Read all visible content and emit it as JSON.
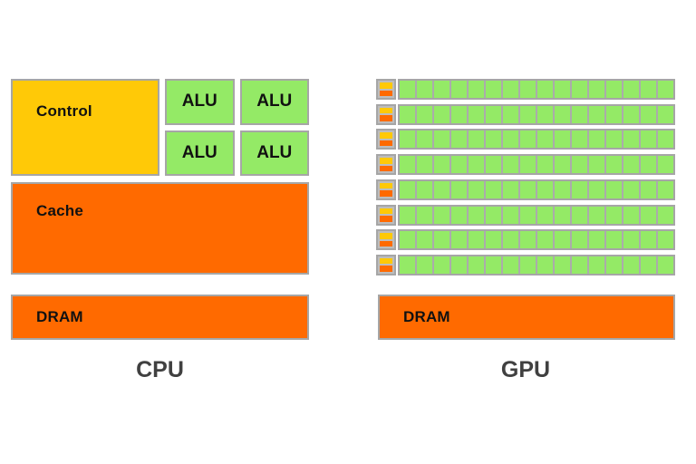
{
  "colors": {
    "control_yellow": "#FFC907",
    "alu_green": "#94EA66",
    "memory_orange": "#FF6A00",
    "border_gray": "#A6A6A6",
    "divider_gray": "#ABABAB",
    "title_gray": "#404040",
    "label_black": "#111111",
    "background": "#FFFFFF"
  },
  "cpu": {
    "title": "CPU",
    "control_label": "Control",
    "cache_label": "Cache",
    "dram_label": "DRAM",
    "alus": [
      "ALU",
      "ALU",
      "ALU",
      "ALU"
    ]
  },
  "gpu": {
    "title": "GPU",
    "dram_label": "DRAM",
    "core_rows": 8,
    "cells_per_row": 16
  }
}
